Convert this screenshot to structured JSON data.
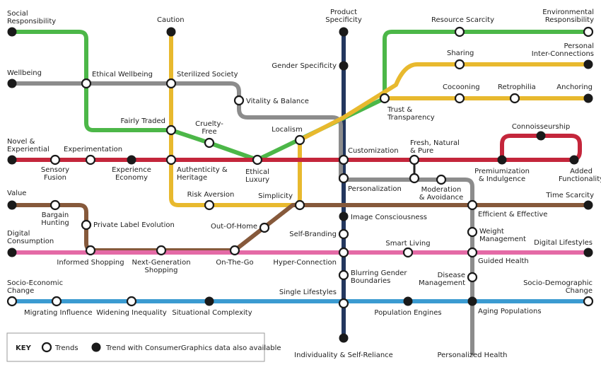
{
  "colors": {
    "green": "#4cb748",
    "gray": "#8c8c8c",
    "yellow": "#e8b92e",
    "red": "#c4263b",
    "navy": "#23375e",
    "brown": "#86593b",
    "pink": "#e46aa6",
    "blue": "#3b9bd1",
    "station_fill_open": "#ffffff",
    "station_fill_data": "#1a1a1a"
  },
  "stations": {
    "social_responsibility": "Social\nResponsibility",
    "caution": "Caution",
    "product_specificity": "Product\nSpecificity",
    "resource_scarcity": "Resource Scarcity",
    "environmental_responsibility": "Environmental\nResponsibility",
    "sharing": "Sharing",
    "personal_interconnections": "Personal\nInter-Connections",
    "wellbeing": "Wellbeing",
    "ethical_wellbeing": "Ethical Wellbeing",
    "sterilized_society": "Sterilized Society",
    "gender_specificity": "Gender Specificity",
    "cocooning": "Cocooning",
    "retrophilia": "Retrophilia",
    "anchoring": "Anchoring",
    "vitality_balance": "Vitality & Balance",
    "trust_transparency": "Trust &\nTransparency",
    "fairly_traded": "Fairly Traded",
    "cruelty_free": "Cruelty-\nFree",
    "localism": "Localism",
    "connoisseurship": "Connoisseurship",
    "novel_experiential": "Novel &\nExperiential",
    "experimentation": "Experimentation",
    "fresh_natural_pure": "Fresh, Natural\n& Pure",
    "customization": "Customization",
    "sensory_fusion": "Sensory\nFusion",
    "experience_economy": "Experience\nEconomy",
    "authenticity_heritage": "Authenticity &\nHeritage",
    "ethical_luxury": "Ethical\nLuxury",
    "personalization": "Personalization",
    "premiumization": "Premiumization\n& Indulgence",
    "moderation_avoidance": "Moderation\n& Avoidance",
    "added_functionality": "Added\nFunctionality",
    "value": "Value",
    "risk_aversion": "Risk Aversion",
    "simplicity": "Simplicity",
    "time_scarcity": "Time Scarcity",
    "bargain_hunting": "Bargain\nHunting",
    "image_consciousness": "Image Consciousness",
    "efficient_effective": "Efficient & Effective",
    "private_label": "Private Label Evolution",
    "out_of_home": "Out-Of-Home",
    "self_branding": "Self-Branding",
    "weight_management": "Weight\nManagement",
    "digital_consumption": "Digital\nConsumption",
    "smart_living": "Smart Living",
    "digital_lifestyles": "Digital Lifestyles",
    "informed_shopping": "Informed Shopping",
    "next_gen_shopping": "Next-Generation\nShopping",
    "on_the_go": "On-The-Go",
    "hyper_connection": "Hyper-Connection",
    "guided_health": "Guided Health",
    "blurring_gender": "Blurring Gender\nBoundaries",
    "disease_management": "Disease\nManagement",
    "socio_economic_change": "Socio-Economic\nChange",
    "socio_demographic_change": "Socio-Demographic\nChange",
    "single_lifestyles": "Single Lifestyles",
    "migrating_influence": "Migrating Influence",
    "widening_inequality": "Widening Inequality",
    "situational_complexity": "Situational Complexity",
    "population_engines": "Population Engines",
    "aging_populations": "Aging Populations",
    "individuality": "Individuality & Self-Reliance",
    "personalized_health": "Personalized Health"
  },
  "key": {
    "title": "KEY",
    "open_label": "Trends",
    "filled_label": "Trend with ConsumerGraphics data also available"
  }
}
